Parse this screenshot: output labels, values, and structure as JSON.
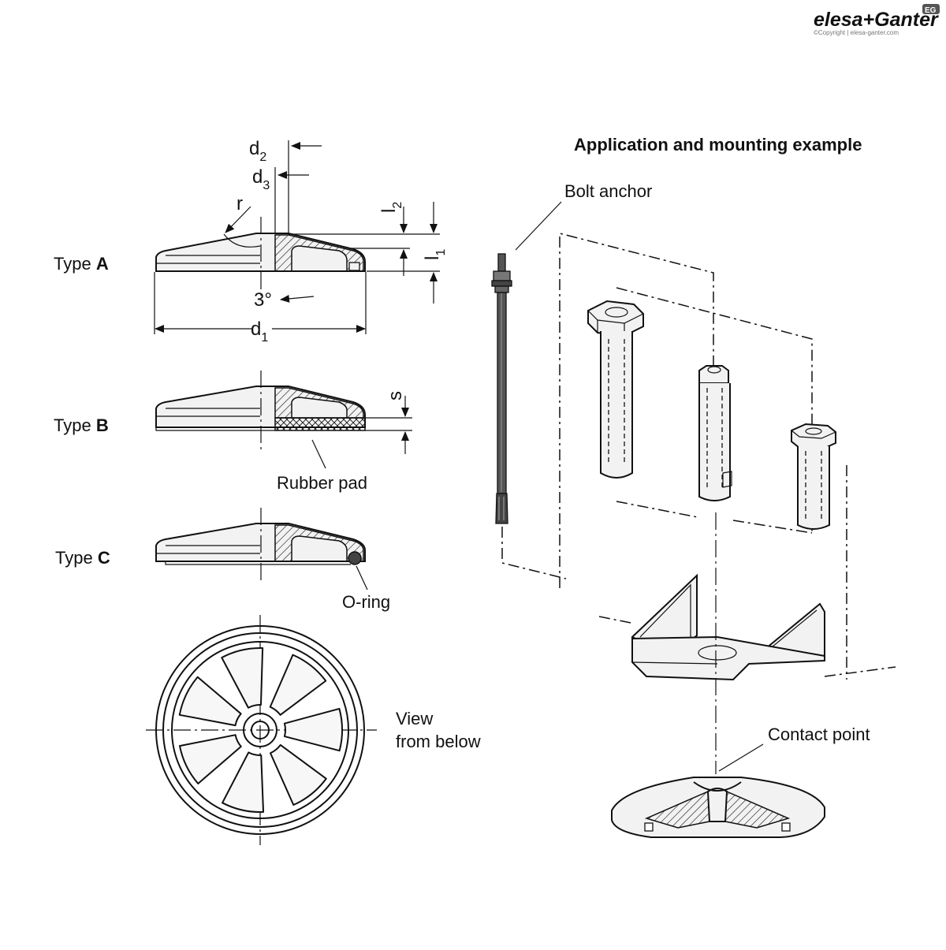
{
  "brand": {
    "logo_text": "elesa+Ganter",
    "badge_text": "EG",
    "copyright": "©Copyright | elesa-ganter.com"
  },
  "heading": "Application and mounting example",
  "types": {
    "a": {
      "prefix": "Type ",
      "letter": "A"
    },
    "b": {
      "prefix": "Type ",
      "letter": "B"
    },
    "c": {
      "prefix": "Type ",
      "letter": "C"
    }
  },
  "dimensions": {
    "d2": {
      "base": "d",
      "sub": "2"
    },
    "d3": {
      "base": "d",
      "sub": "3"
    },
    "d1": {
      "base": "d",
      "sub": "1"
    },
    "l2": {
      "base": "l",
      "sub": "2"
    },
    "l1": {
      "base": "l",
      "sub": "1"
    },
    "r": "r",
    "angle": "3°",
    "s": "s"
  },
  "callouts": {
    "rubber_pad": "Rubber pad",
    "o_ring": "O-ring",
    "view_line1": "View",
    "view_line2": "from below",
    "bolt_anchor": "Bolt anchor",
    "contact_point": "Contact point"
  }
}
